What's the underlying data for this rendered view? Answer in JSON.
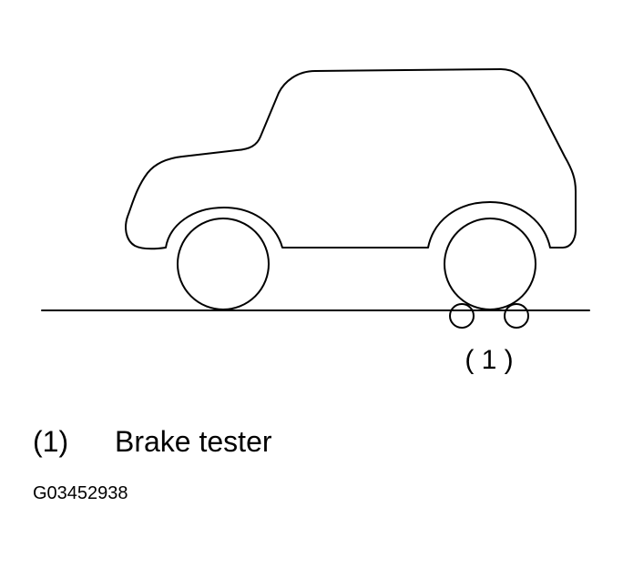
{
  "callout": {
    "marker": "( 1 )"
  },
  "legend": {
    "items": [
      {
        "ref": "(1)",
        "label": "Brake tester"
      }
    ]
  },
  "figure_id": "G03452938"
}
